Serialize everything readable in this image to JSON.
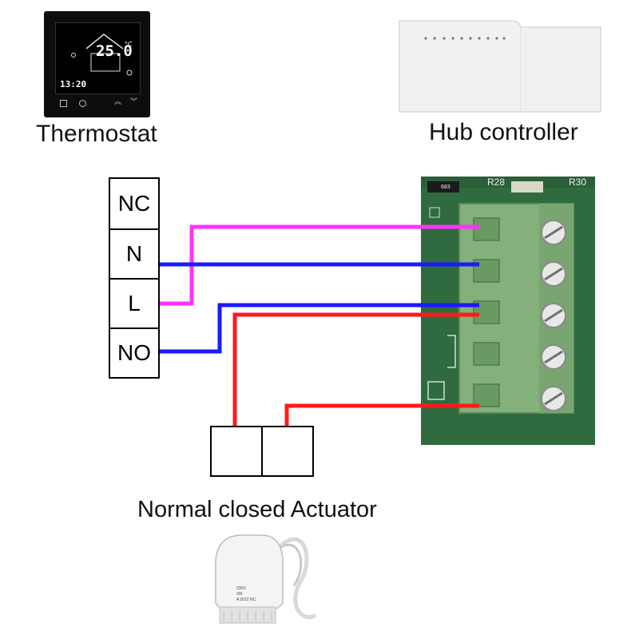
{
  "captions": {
    "thermostat": "Thermostat",
    "hub": "Hub controller",
    "actuator": "Normal closed Actuator"
  },
  "thermostat_display": {
    "temperature": "25.0",
    "unit": "°C",
    "clock": "13:20"
  },
  "thermostat_terminals": [
    "NC",
    "N",
    "L",
    "NO"
  ],
  "pcb": {
    "labels": [
      "R28",
      "R30",
      "683"
    ]
  },
  "actuator_label": {
    "line1": "230V",
    "line2": "2W",
    "line3": "A 2012 NC"
  },
  "colors": {
    "wire_magenta": "#ff33ff",
    "wire_blue": "#1a1aff",
    "wire_red": "#ff1a1a",
    "pcb_green": "#2f6b3f",
    "terminal_green": "#84b07c"
  }
}
